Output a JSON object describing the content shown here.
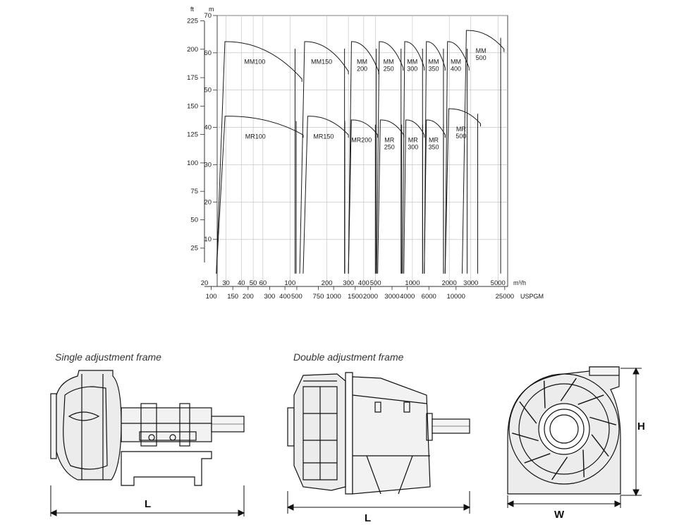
{
  "chart": {
    "left_axis": {
      "unit": "ft",
      "ticks": [
        "225",
        "200",
        "175",
        "150",
        "125",
        "100",
        "75",
        "50",
        "25"
      ]
    },
    "inner_axis": {
      "unit": "m",
      "ticks": [
        "70",
        "60",
        "50",
        "40",
        "30",
        "20",
        "10"
      ]
    },
    "bottom_axis_1": {
      "unit": "m³/h",
      "ticks": [
        "20",
        "30",
        "40",
        "50",
        "60",
        "100",
        "200",
        "300",
        "400",
        "500",
        "1000",
        "2000",
        "3000",
        "5000"
      ]
    },
    "bottom_axis_2": {
      "unit": "USPGM",
      "ticks": [
        "100",
        "150",
        "200",
        "300",
        "400",
        "500",
        "750",
        "1000",
        "1500",
        "2000",
        "3000",
        "4000",
        "6000",
        "10000",
        "25000"
      ]
    }
  },
  "chart_data": {
    "type": "area",
    "x_scale": "log",
    "x_unit": "m³/h",
    "y_unit": "m",
    "xlim": [
      20,
      6000
    ],
    "ylim": [
      0,
      70
    ],
    "grid": true,
    "mm_curves": [
      {
        "label": "MM100",
        "qmin": 25,
        "qmax": 125,
        "hmax": 63,
        "hend": 53
      },
      {
        "label": "MM150",
        "qmin": 120,
        "qmax": 300,
        "hmax": 63,
        "hend": 55
      },
      {
        "label": "MM 200",
        "qmin": 300,
        "qmax": 530,
        "hmax": 63,
        "hend": 55
      },
      {
        "label": "MM 250",
        "qmin": 510,
        "qmax": 840,
        "hmax": 63,
        "hend": 56
      },
      {
        "label": "MM 300",
        "qmin": 830,
        "qmax": 1250,
        "hmax": 63,
        "hend": 56
      },
      {
        "label": "MM 350",
        "qmin": 1250,
        "qmax": 1850,
        "hmax": 63,
        "hend": 56
      },
      {
        "label": "MM 400",
        "qmin": 1850,
        "qmax": 2900,
        "hmax": 63,
        "hend": 56
      },
      {
        "label": "MM 500",
        "qmin": 2550,
        "qmax": 5600,
        "hmax": 66,
        "hend": 61
      }
    ],
    "mr_curves": [
      {
        "label": "MR100",
        "qmin": 25,
        "qmax": 128,
        "hmax": 43,
        "hend": 38
      },
      {
        "label": "MR150",
        "qmin": 128,
        "qmax": 300,
        "hmax": 43,
        "hend": 38
      },
      {
        "label": "MR200",
        "qmin": 300,
        "qmax": 520,
        "hmax": 42,
        "hend": 38
      },
      {
        "label": "MR 250",
        "qmin": 520,
        "qmax": 850,
        "hmax": 42,
        "hend": 38
      },
      {
        "label": "MR 300",
        "qmin": 850,
        "qmax": 1250,
        "hmax": 42,
        "hend": 38
      },
      {
        "label": "MR 350",
        "qmin": 1250,
        "qmax": 1850,
        "hmax": 42,
        "hend": 38
      },
      {
        "label": "MR 500",
        "qmin": 1850,
        "qmax": 3600,
        "hmax": 45,
        "hend": 41
      }
    ]
  },
  "drawings": {
    "single_title": "Single adjustment frame",
    "double_title": "Double adjustment frame",
    "single_dim": "L",
    "double_dim": "L",
    "width_dim": "W",
    "height_dim": "H"
  }
}
